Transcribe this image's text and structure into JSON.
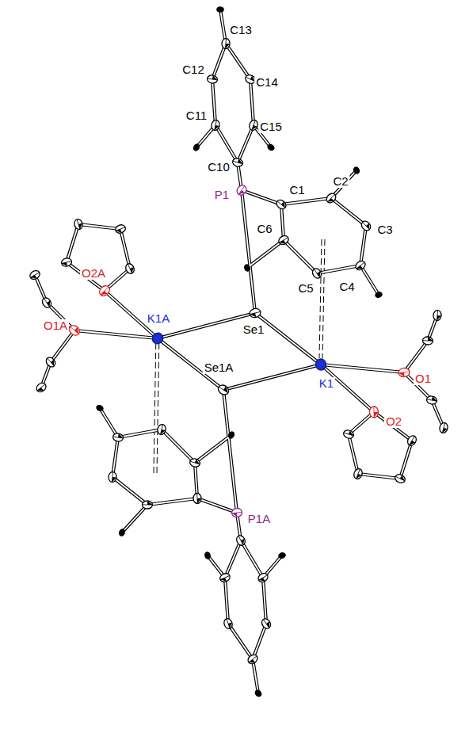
{
  "diagram": {
    "labels": [
      "C13",
      "C12",
      "C14",
      "C11",
      "C15",
      "C10",
      "P1",
      "C1",
      "C2",
      "C3",
      "O2A",
      "C6",
      "K1A",
      "Se1",
      "C5",
      "C4",
      "O1A",
      "Se1A",
      "K1",
      "O1",
      "O2",
      "P1A"
    ]
  }
}
